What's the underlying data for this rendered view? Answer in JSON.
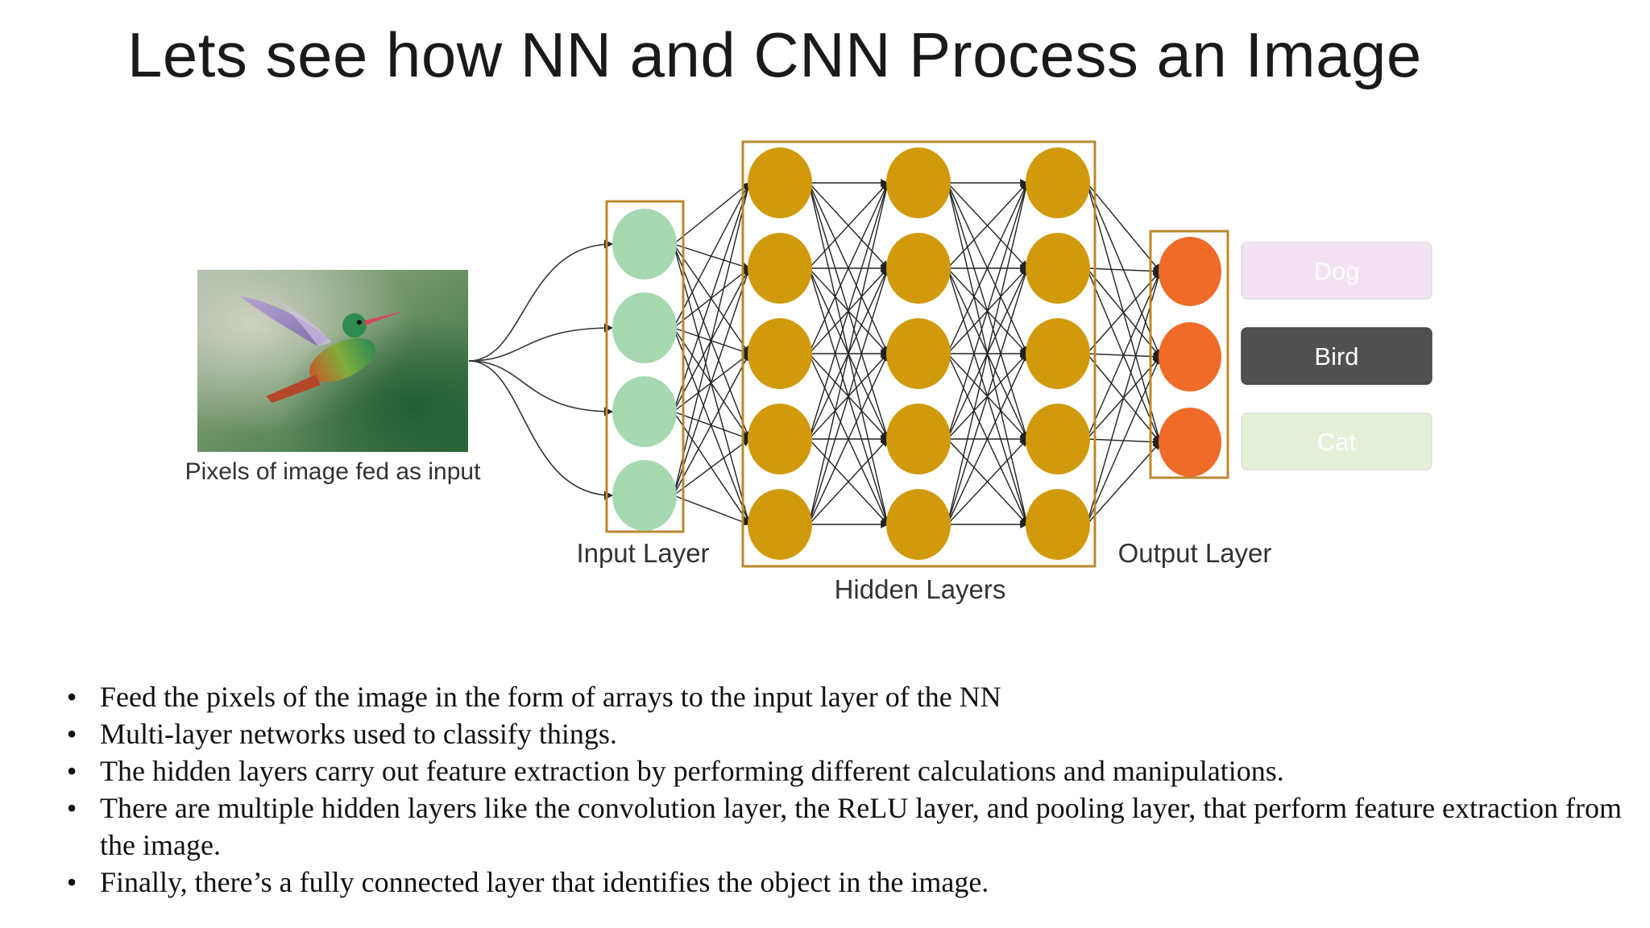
{
  "title": "Lets see how NN and CNN Process an Image",
  "diagram": {
    "input_caption": "Pixels of image fed as input",
    "input_layer_label": "Input Layer",
    "hidden_layers_label": "Hidden Layers",
    "output_layer_label": "Output Layer",
    "outputs": [
      {
        "label": "Dog",
        "fill": "#f3e2f1",
        "text_color": "#ffffff",
        "selected": false
      },
      {
        "label": "Bird",
        "fill": "#505050",
        "text_color": "#ffffff",
        "selected": true
      },
      {
        "label": "Cat",
        "fill": "#e4f1d8",
        "text_color": "#ffffff",
        "selected": false
      }
    ],
    "layer_counts": {
      "input": 4,
      "hidden": [
        5,
        5,
        5
      ],
      "output": 3
    },
    "colors": {
      "input_node": "#a6d8b2",
      "hidden_node": "#d09a0c",
      "output_node": "#f06a28",
      "frame": "#b98a2c",
      "edge": "#222222"
    }
  },
  "bullets": [
    "Feed the pixels of the image in the form of arrays to the input layer of the NN",
    "Multi-layer networks used to classify things.",
    "The hidden layers carry out feature extraction by performing different calculations and manipulations.",
    "There are multiple hidden layers like the convolution layer, the ReLU layer, and pooling layer, that perform feature extraction from the image.",
    "Finally, there’s a fully connected layer that identifies the object in the image."
  ]
}
